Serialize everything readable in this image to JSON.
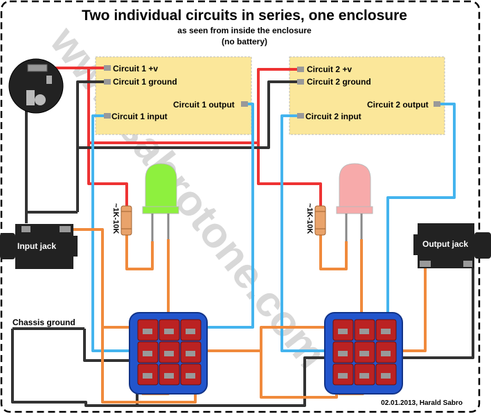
{
  "title": "Two individual circuits in series, one enclosure",
  "subtitle1": "as seen from inside the enclosure",
  "subtitle2": "(no battery)",
  "watermark": "www.sabrotone.com",
  "circuit1": {
    "vplus": "Circuit 1 +v",
    "ground": "Circuit 1 ground",
    "output": "Circuit 1 output",
    "input": "Circuit 1 input"
  },
  "circuit2": {
    "vplus": "Circuit 2 +v",
    "ground": "Circuit 2 ground",
    "output": "Circuit 2 output",
    "input": "Circuit 2 input"
  },
  "resistor_label": "~1K-10K",
  "input_jack": "Input jack",
  "output_jack": "Output jack",
  "chassis_ground": "Chassis ground",
  "credit": "02.01.2013, Harald Sabro",
  "colors": {
    "red_wire": "#ee3333",
    "ground_wire": "#333333",
    "blue_wire": "#44b4ee",
    "orange_wire": "#f08a3c",
    "circuit_box": "#fbe79a",
    "led1": "#8ef03e",
    "led2": "#f7aaaa",
    "switch_body": "#2255cc",
    "switch_cell": "#bb2222"
  }
}
